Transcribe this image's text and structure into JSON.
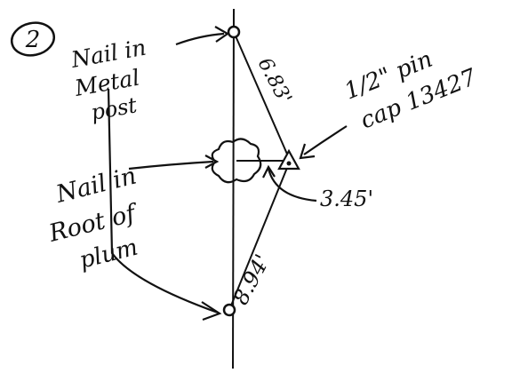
{
  "diagram": {
    "figure_number": "2",
    "labels": {
      "nail_metal_post": [
        "Nail in",
        "Metal",
        "post"
      ],
      "nail_root_plum": [
        "Nail in",
        "Root of",
        "plum"
      ],
      "pin_cap": [
        "1/2\" pin",
        "cap 13427"
      ]
    },
    "distances": {
      "top_to_pin": "6.83'",
      "center_to_pin": "3.45'",
      "pin_to_bottom": "8.94'"
    },
    "colors": {
      "ink": "#111111",
      "paper": "#ffffff"
    }
  }
}
